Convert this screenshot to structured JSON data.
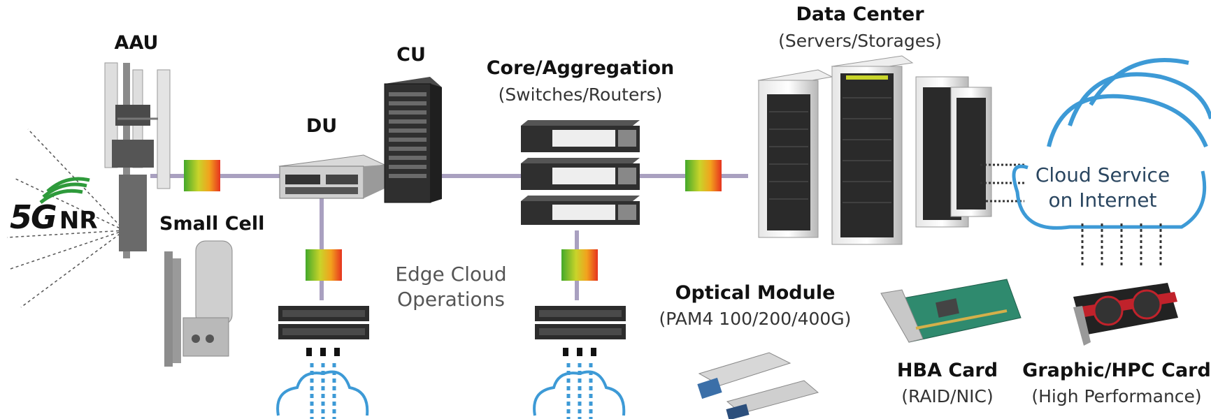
{
  "labels": {
    "aau": "AAU",
    "small_cell": "Small Cell",
    "du": "DU",
    "cu": "CU",
    "core_title": "Core/Aggregation",
    "core_sub": "(Switches/Routers)",
    "dc_title": "Data Center",
    "dc_sub": "(Servers/Storages)",
    "edge_line1": "Edge Cloud",
    "edge_line2": "Operations",
    "cloud_line1": "Cloud Service",
    "cloud_line2": "on Internet",
    "optical_title": "Optical Module",
    "optical_sub": "(PAM4 100/200/400G)",
    "hba_title": "HBA Card",
    "hba_sub": "(RAID/NIC)",
    "gpu_title": "Graphic/HPC Card",
    "gpu_sub": "(High Performance)"
  },
  "logo": {
    "five_g": "5G",
    "nr": "NR"
  },
  "colors": {
    "link_line": "#a9a0c0",
    "module_gradient": [
      "#4caf2b",
      "#c6d22a",
      "#f2a21d",
      "#e8381f"
    ],
    "cloud_stroke": "#3d9ad6",
    "dark_device": "#2a2a2a",
    "logo_green": "#2e9a3b"
  }
}
